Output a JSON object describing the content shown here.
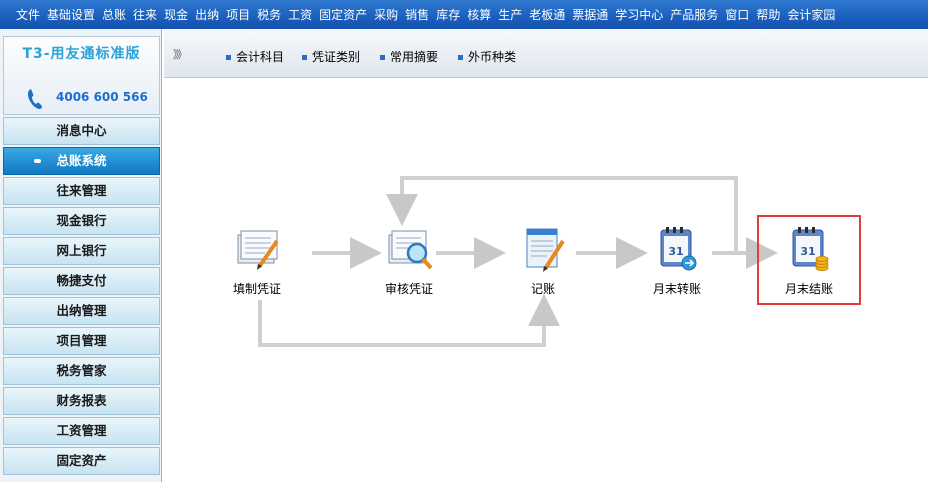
{
  "menubar": {
    "items": [
      "文件",
      "基础设置",
      "总账",
      "往来",
      "现金",
      "出纳",
      "项目",
      "税务",
      "工资",
      "固定资产",
      "采购",
      "销售",
      "库存",
      "核算",
      "生产",
      "老板通",
      "票据通",
      "学习中心",
      "产品服务",
      "窗口",
      "帮助",
      "会计家园"
    ]
  },
  "brand": {
    "title": "T3-用友通标准版",
    "phone": "4006 600 566"
  },
  "sidebar": {
    "items": [
      {
        "label": "消息中心"
      },
      {
        "label": "总账系统",
        "active": true
      },
      {
        "label": "往来管理"
      },
      {
        "label": "现金银行"
      },
      {
        "label": "网上银行"
      },
      {
        "label": "畅捷支付"
      },
      {
        "label": "出纳管理"
      },
      {
        "label": "项目管理"
      },
      {
        "label": "税务管家"
      },
      {
        "label": "财务报表"
      },
      {
        "label": "工资管理"
      },
      {
        "label": "固定资产"
      }
    ]
  },
  "tabs": {
    "collapse": "》》",
    "items": [
      "会计科目",
      "凭证类别",
      "常用摘要",
      "外币种类"
    ]
  },
  "flow": {
    "nodes": [
      {
        "label": "填制凭证",
        "icon": "voucher-entry-icon"
      },
      {
        "label": "审核凭证",
        "icon": "voucher-review-icon"
      },
      {
        "label": "记账",
        "icon": "posting-icon"
      },
      {
        "label": "月末转账",
        "icon": "month-end-transfer-icon"
      },
      {
        "label": "月末结账",
        "icon": "month-end-close-icon",
        "highlighted": true
      }
    ],
    "highlight_color": "#e23c3c"
  }
}
